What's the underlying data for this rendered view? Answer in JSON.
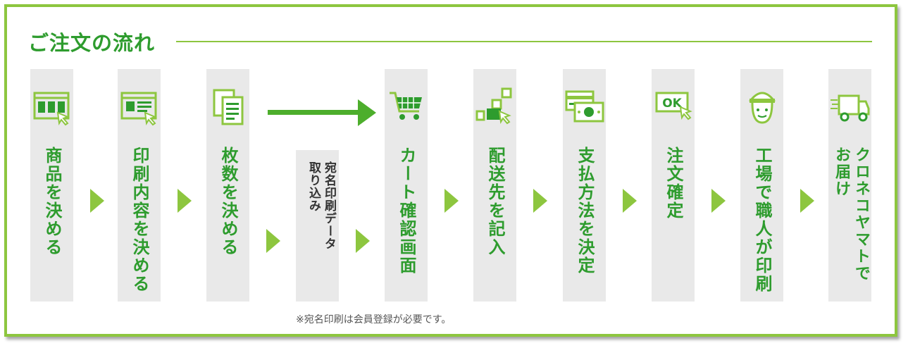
{
  "title": "ご注文の流れ",
  "steps": [
    {
      "label": "商品を決める",
      "icon": "product-window-icon"
    },
    {
      "label": "印刷内容を決める",
      "icon": "layout-window-icon"
    },
    {
      "label": "枚数を決める",
      "icon": "documents-icon"
    },
    {
      "label": "宛名印刷データ取り込み",
      "line1": "宛名印刷データ",
      "line2": "取り込み",
      "icon": "none"
    },
    {
      "label": "カート確認画面",
      "icon": "cart-icon"
    },
    {
      "label": "配送先を記入",
      "icon": "delivery-address-icon"
    },
    {
      "label": "支払方法を決定",
      "icon": "payment-card-icon"
    },
    {
      "label": "注文確定",
      "icon": "ok-button-icon"
    },
    {
      "label": "工場で職人が印刷",
      "icon": "craftsman-icon"
    },
    {
      "label": "クロネコヤマトでお届け",
      "line1": "クロネコヤマトで",
      "line2": "お届け",
      "icon": "delivery-truck-icon"
    }
  ],
  "ok_text": "OK",
  "note": "※宛名印刷は会員登録が必要です。",
  "colors": {
    "primary": "#2e9c2e",
    "accent": "#8dc63f",
    "column_bg": "#e9e9e9"
  }
}
